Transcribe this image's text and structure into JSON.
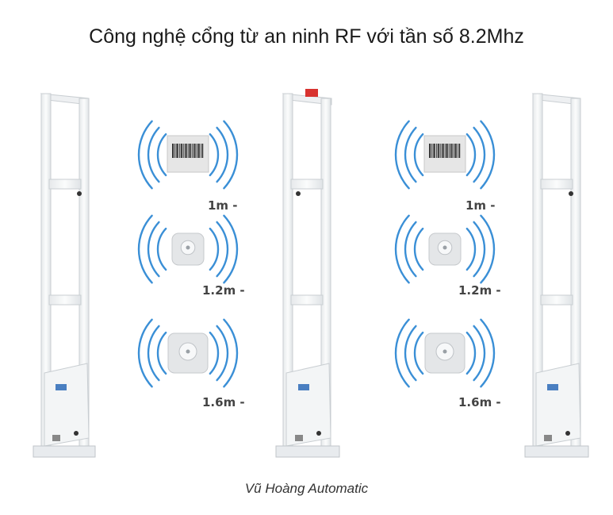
{
  "title": "Công nghệ cổng từ an ninh RF với tần số 8.2Mhz",
  "footer": "Vũ Hoàng Automatic",
  "colors": {
    "wave": "#3a8fd6",
    "gate": "#f2f4f5",
    "gate_edge": "#c9ced2",
    "alarm": "#d8322f"
  },
  "zones": [
    {
      "tags": [
        {
          "type": "barcode-label",
          "distance": "1m -"
        },
        {
          "type": "hard-tag",
          "distance": "1.2m -"
        },
        {
          "type": "hard-tag",
          "distance": "1.6m -"
        }
      ]
    },
    {
      "tags": [
        {
          "type": "barcode-label",
          "distance": "1m -"
        },
        {
          "type": "hard-tag",
          "distance": "1.2m -"
        },
        {
          "type": "hard-tag",
          "distance": "1.6m -"
        }
      ]
    }
  ]
}
